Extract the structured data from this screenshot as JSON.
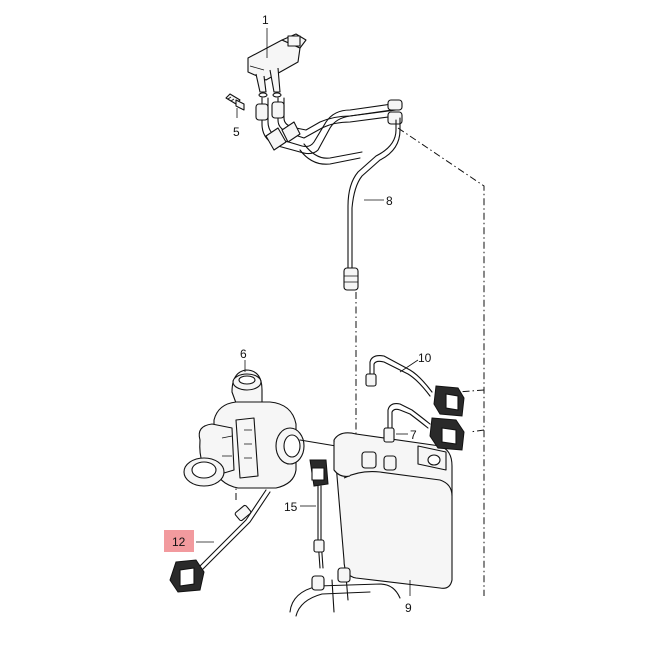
{
  "diagram": {
    "highlight_color": "#f29a9e",
    "callouts": [
      {
        "id": "c1",
        "label": "1"
      },
      {
        "id": "c5",
        "label": "5"
      },
      {
        "id": "c6",
        "label": "6"
      },
      {
        "id": "c7",
        "label": "7"
      },
      {
        "id": "c8",
        "label": "8"
      },
      {
        "id": "c9",
        "label": "9"
      },
      {
        "id": "c10",
        "label": "10"
      },
      {
        "id": "c12",
        "label": "12",
        "highlighted": true
      },
      {
        "id": "c15",
        "label": "15"
      }
    ]
  }
}
